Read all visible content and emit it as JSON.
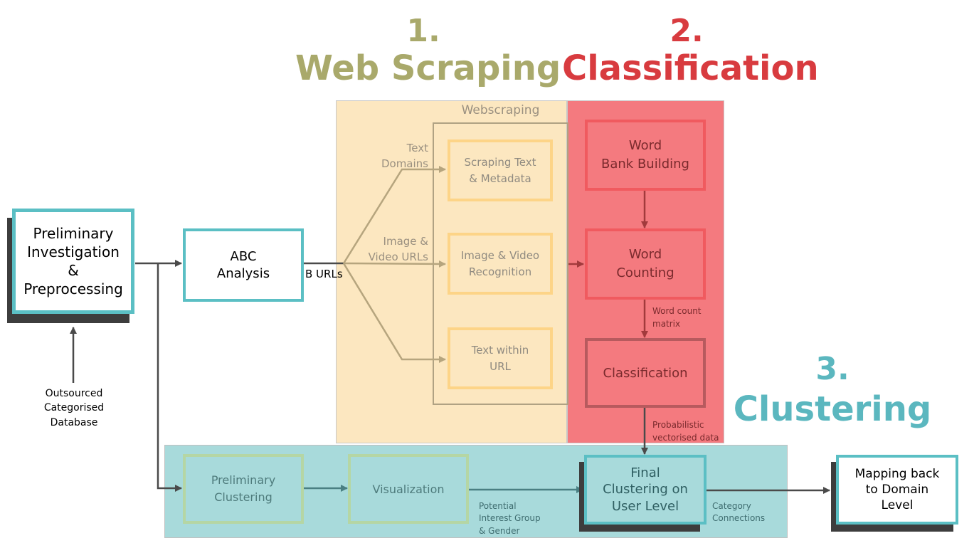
{
  "headings": {
    "web_scraping": {
      "number": "1.",
      "title": "Web Scraping",
      "color": "#a9a96b"
    },
    "classification": {
      "number": "2.",
      "title": "Classification",
      "color": "#d83b3f"
    },
    "clustering": {
      "number": "3.",
      "title": "Clustering",
      "color": "#5bb7bf"
    }
  },
  "regions": {
    "webscraping_label": "Webscraping"
  },
  "boxes": {
    "preliminary_investigation": "Preliminary\nInvestigation\n&\nPreprocessing",
    "abc_analysis": "ABC\nAnalysis",
    "scraping_text": "Scraping Text\n& Metadata",
    "image_video": "Image & Video\nRecognition",
    "text_within_url": "Text within\nURL",
    "word_bank": "Word\nBank Building",
    "word_counting": "Word\nCounting",
    "classification": "Classification",
    "preliminary_clustering": "Preliminary\nClustering",
    "visualization": "Visualization",
    "final_clustering": "Final\nClustering on\nUser Level",
    "mapping_back": "Mapping back\nto Domain\nLevel"
  },
  "labels": {
    "b_urls": "B URLs",
    "text_domains": "Text\nDomains",
    "image_video_urls": "Image &\nVideo URLs",
    "word_count_matrix": "Word count\nmatrix",
    "probabilistic": "Probabilistic\nvectorised data",
    "outsourced": "Outsourced\nCategorised\nDatabase",
    "potential_interest": "Potential\nInterest Group\n& Gender",
    "category_connections": "Category\nConnections"
  },
  "colors": {
    "teal_border": "#5bbfc4",
    "web_bg": "#fce7c0",
    "class_bg": "#f47a7f",
    "cluster_bg": "#a8dadb",
    "web_box_border": "#fdd487",
    "class_box_border": "#f05a5f",
    "arrow_dark": "#4a4a4a",
    "arrow_web": "#b6a57e",
    "arrow_red": "#a23a3c"
  }
}
